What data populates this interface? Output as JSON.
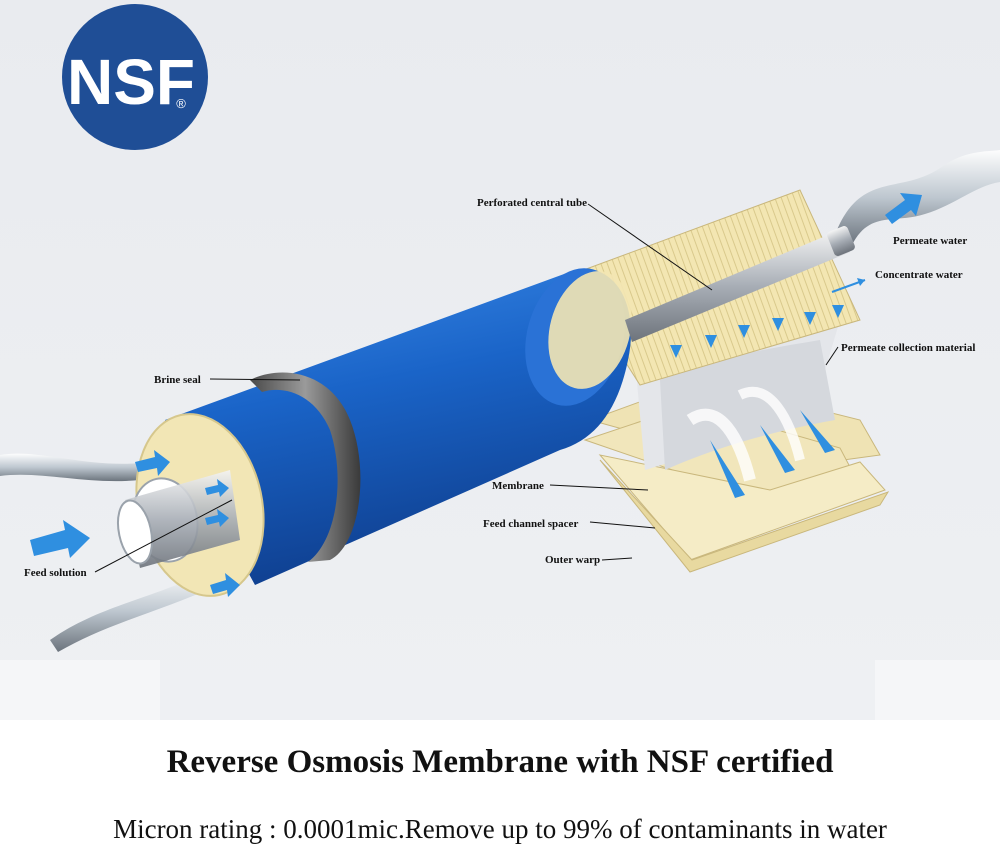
{
  "logo": {
    "text": "NSF",
    "mark": "®",
    "color": "#1f4e96"
  },
  "labels": {
    "perforated_central_tube": "Perforated central tube",
    "permeate_water": "Permeate water",
    "concentrate_water": "Concentrate water",
    "permeate_collection_material": "Permeate collection material",
    "brine_seal": "Brine seal",
    "membrane": "Membrane",
    "feed_channel_spacer": "Feed channel spacer",
    "outer_warp": "Outer warp",
    "feed_solution": "Feed solution"
  },
  "caption": {
    "headline": "Reverse Osmosis Membrane with NSF certified",
    "subline": "Micron rating : 0.0001mic.Remove up to 99% of contaminants in water"
  },
  "colors": {
    "membrane_blue": "#1a64c8",
    "layer_cream": "#f3e6b2",
    "arrow_blue": "#2f8fe0",
    "background": "#eceef2"
  }
}
